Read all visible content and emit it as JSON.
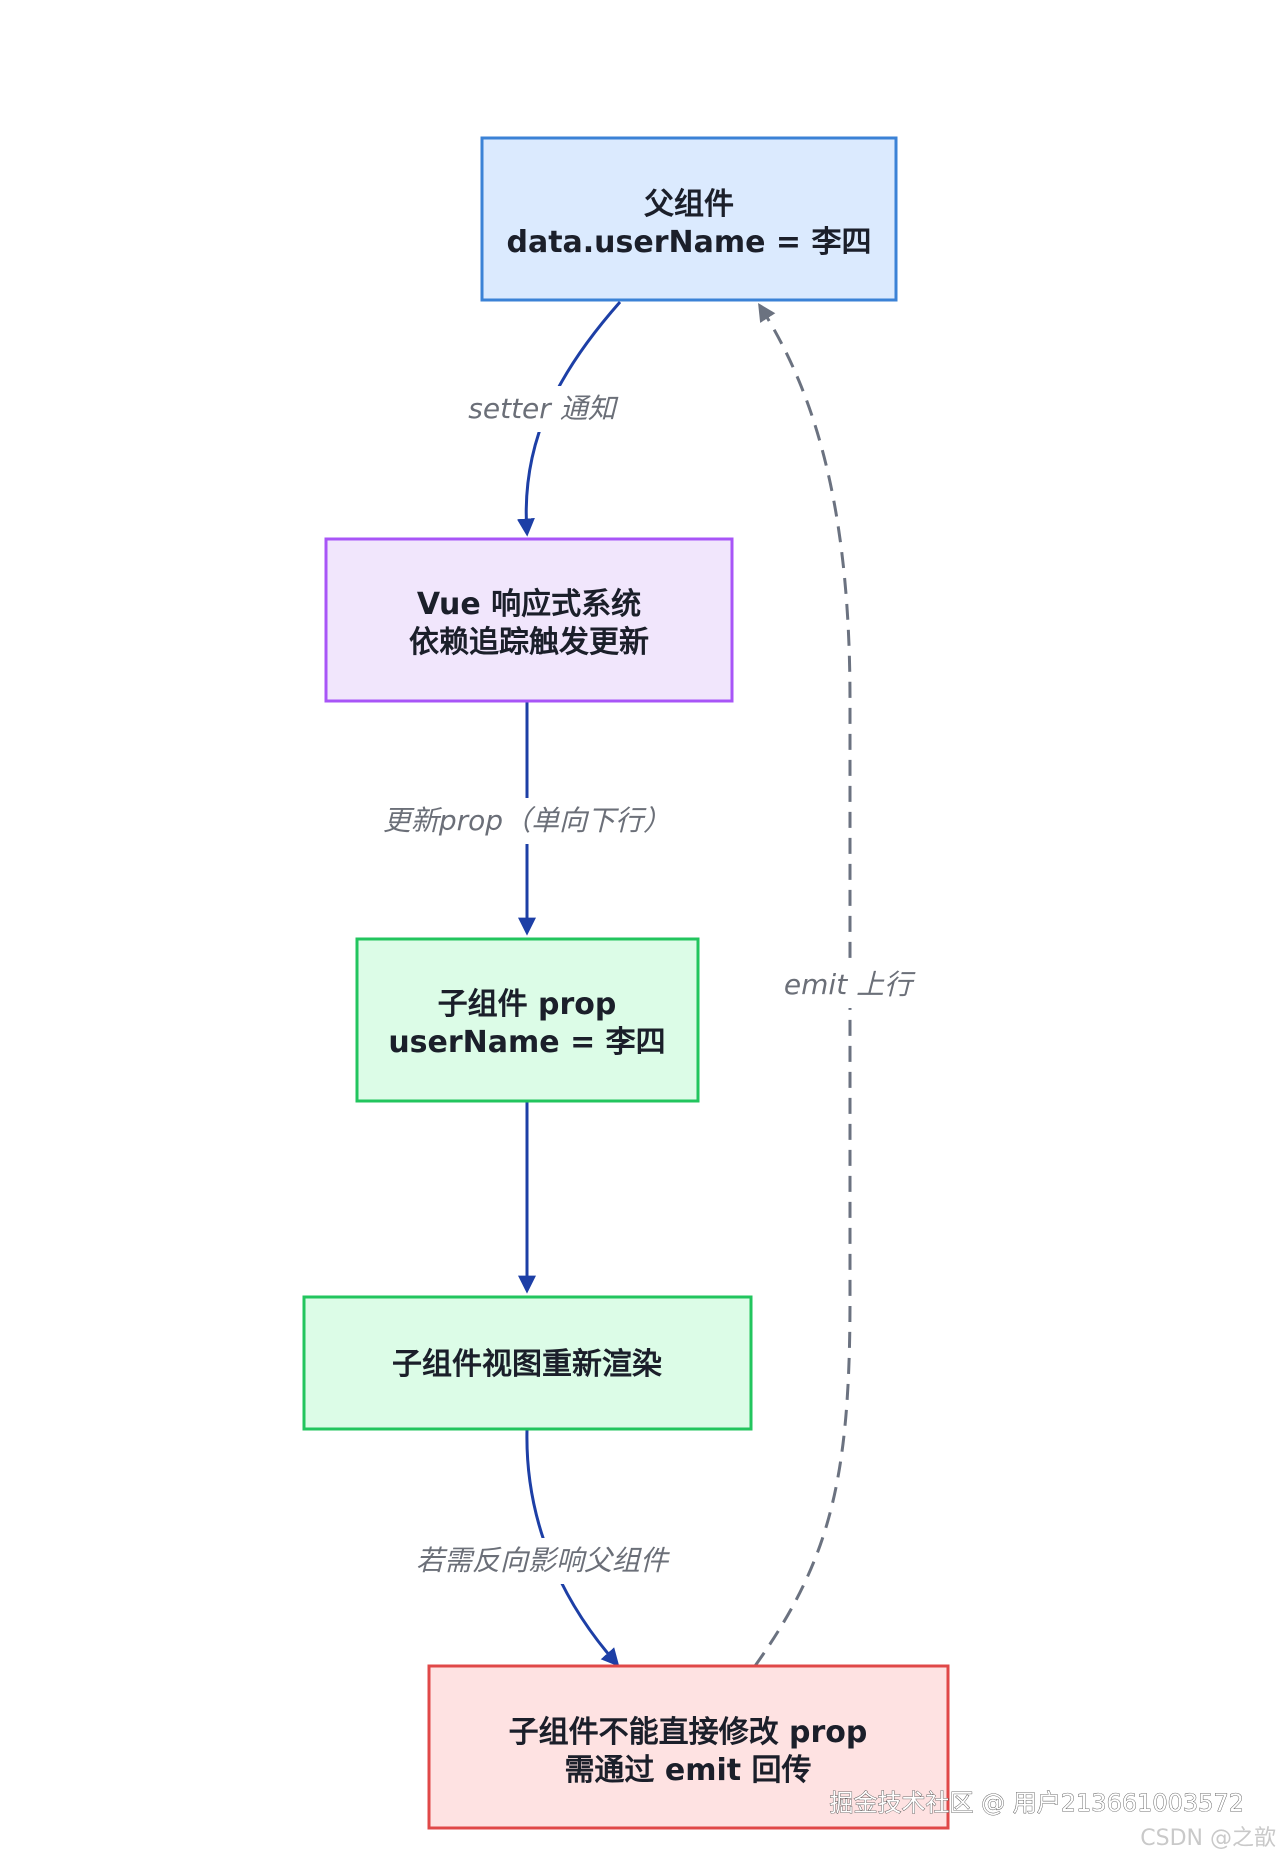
{
  "nodes": {
    "parent": {
      "line1": "父组件",
      "line2": "data.userName = 李四"
    },
    "reactivity": {
      "line1": "Vue 响应式系统",
      "line2": "依赖追踪触发更新"
    },
    "child_prop": {
      "line1": "子组件 prop",
      "line2": "userName = 李四"
    },
    "child_render": {
      "line1": "子组件视图重新渲染"
    },
    "no_modify": {
      "line1": "子组件不能直接修改 prop",
      "line2": "需通过 emit 回传"
    }
  },
  "edges": {
    "setter_label": "setter 通知",
    "update_label": "更新prop（单向下行）",
    "reverse_label": "若需反向影响父组件",
    "emit_label": "emit 上行"
  },
  "watermark": {
    "juejin": "掘金技术社区 @ 用户213661003572",
    "csdn": "CSDN @之歆"
  },
  "colors": {
    "blue_fill": "#dbeafe",
    "blue_stroke": "#3b82d6",
    "purple_fill": "#f1e6fc",
    "purple_stroke": "#a855f7",
    "green_fill": "#dcfce7",
    "green_stroke": "#22c55e",
    "red_fill": "#fee2e2",
    "red_stroke": "#e04848",
    "arrow": "#1d3fa6",
    "dashed_arrow": "#6b7280"
  }
}
